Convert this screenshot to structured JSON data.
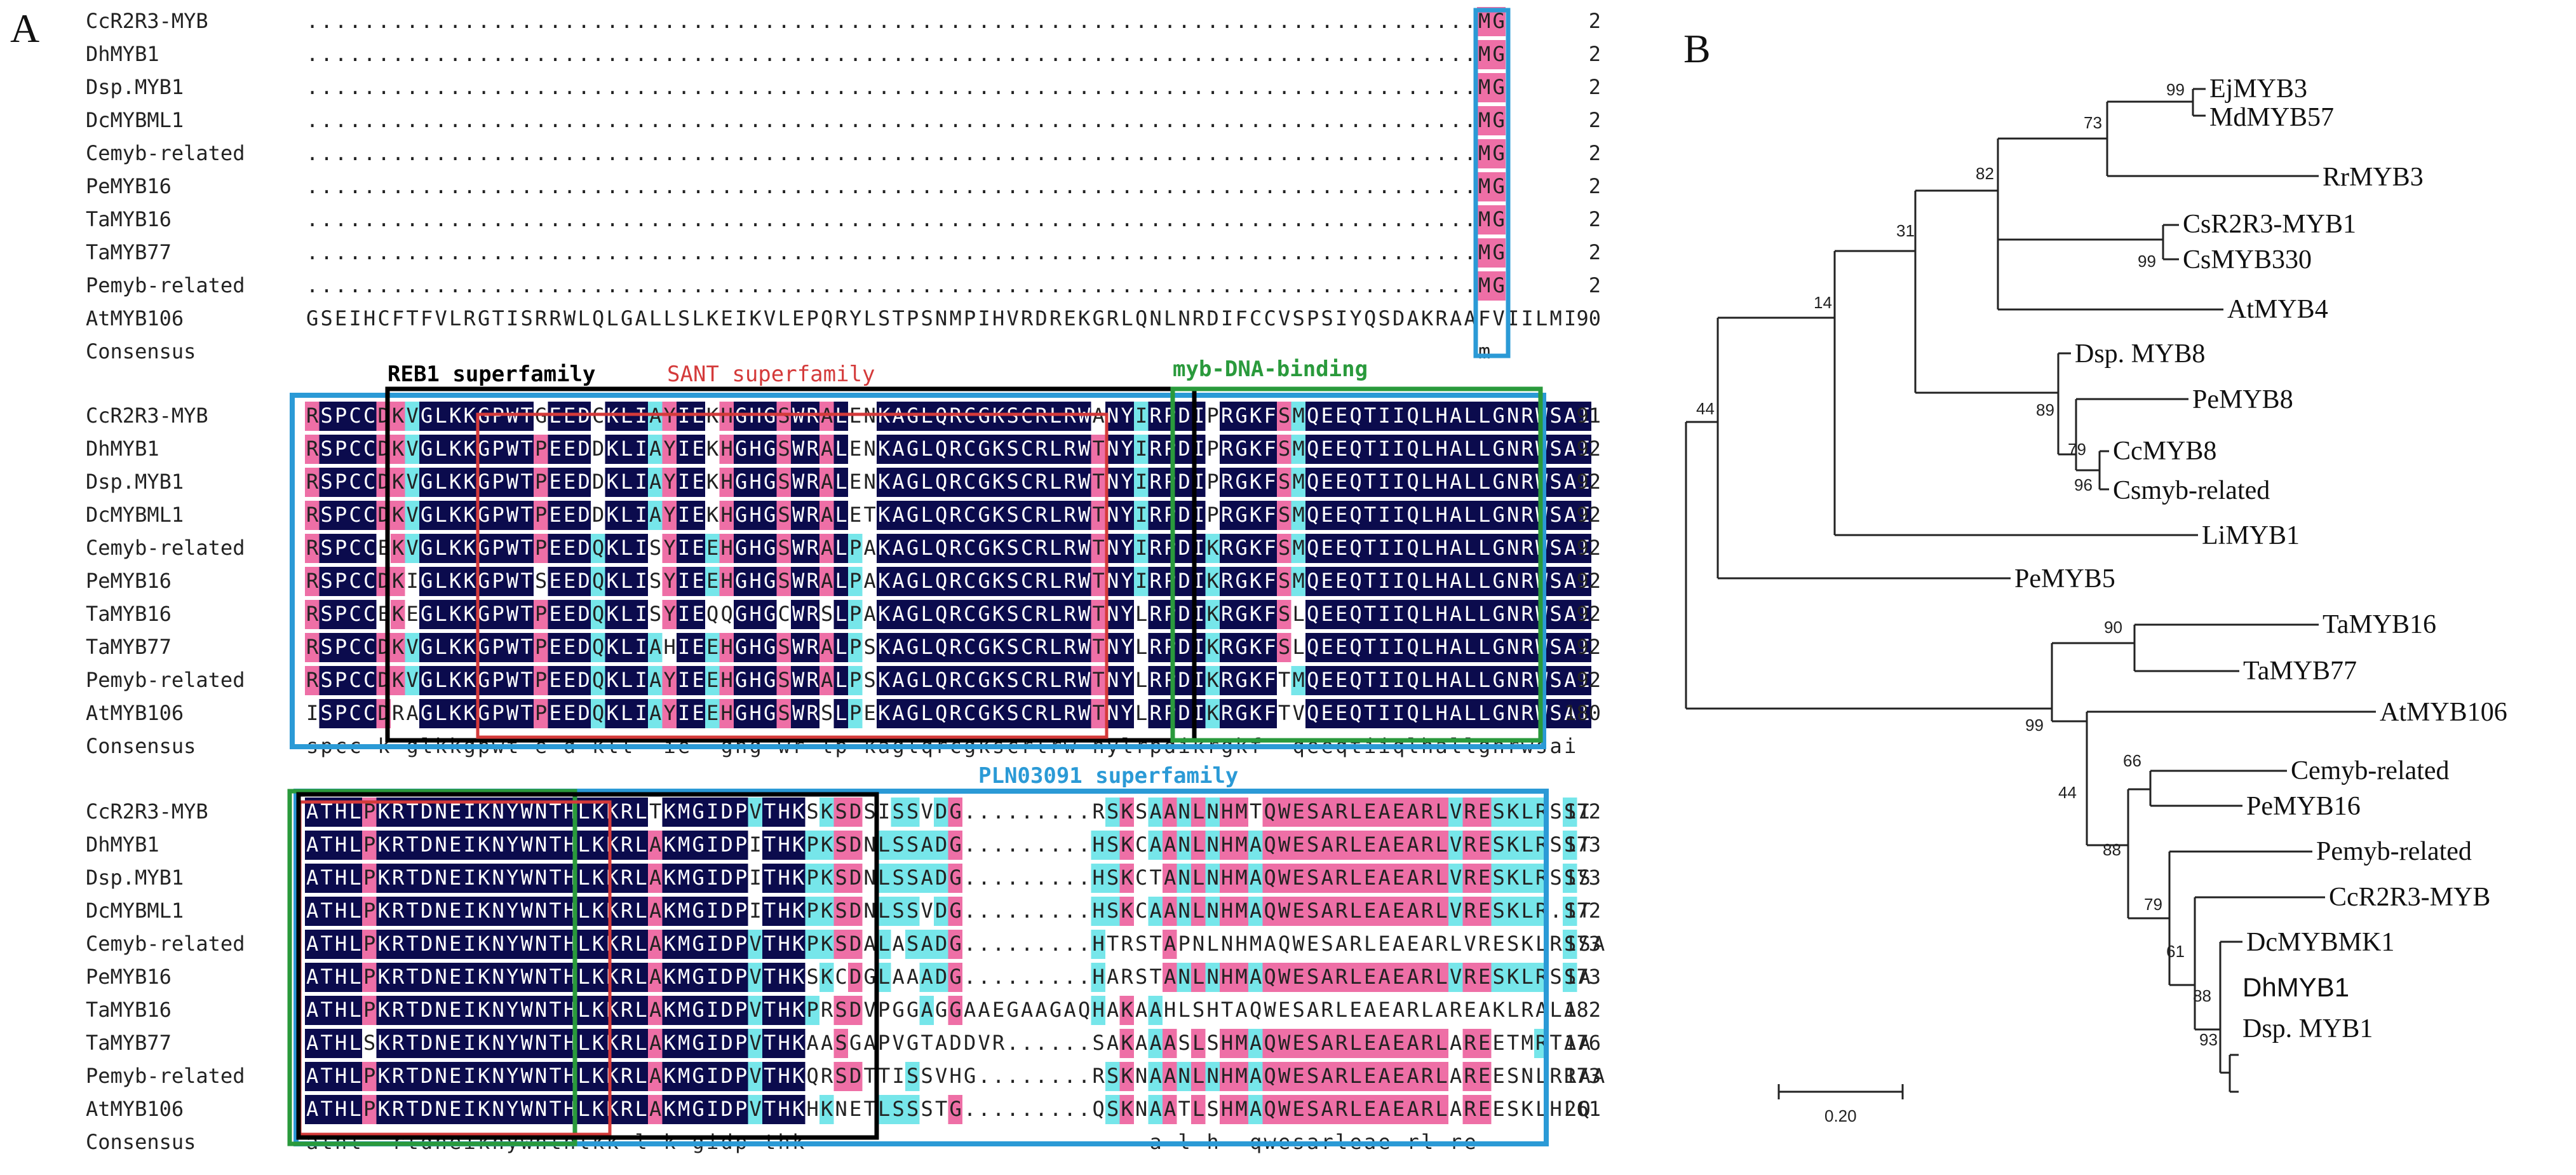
{
  "panel_a": {
    "label": "A",
    "annotations": {
      "reb1": "REB1 superfamily",
      "sant": "SANT superfamily",
      "myb": "myb-DNA-binding",
      "pln": "PLN03091 superfamily"
    },
    "colors": {
      "identical": "#0b0b4d",
      "high": "#ee6fa6",
      "medium": "#76e6ea",
      "reb1_box": "#000000",
      "sant_box": "#d43a3a",
      "myb_box": "#2a9a3c",
      "pln_box": "#2b9ad6",
      "start_box": "#2b9ad6"
    },
    "blocks": [
      {
        "rows": [
          {
            "name": "CcR2R3-MYB",
            "seq": "..................................................................................MG",
            "num": "2"
          },
          {
            "name": "DhMYB1",
            "seq": "..................................................................................MG",
            "num": "2"
          },
          {
            "name": "Dsp.MYB1",
            "seq": "..................................................................................MG",
            "num": "2"
          },
          {
            "name": "DcMYBML1",
            "seq": "..................................................................................MG",
            "num": "2"
          },
          {
            "name": "Cemyb-related",
            "seq": "..................................................................................MG",
            "num": "2"
          },
          {
            "name": "PeMYB16",
            "seq": "..................................................................................MG",
            "num": "2"
          },
          {
            "name": "TaMYB16",
            "seq": "..................................................................................MG",
            "num": "2"
          },
          {
            "name": "TaMYB77",
            "seq": "..................................................................................MG",
            "num": "2"
          },
          {
            "name": "Pemyb-related",
            "seq": "..................................................................................MG",
            "num": "2"
          },
          {
            "name": "AtMYB106",
            "seq": "GSEIHCFTFVLRGTISRRWLQLGALLSLKEIKVLEPQRYLSTPSNMPIHVRDREKGRLQNLNRDIFCCVSPSIYQSDAKRAAFVIILMI",
            "num": "90"
          }
        ],
        "consensus": {
          "name": "Consensus",
          "seq": "                                                                                  m "
        }
      },
      {
        "rows": [
          {
            "name": "CcR2R3-MYB",
            "seq": "RSPCCDKVGLKKGPWTGEEDCKLIAYIEKHGHGSWRALENKAGLQRCGKSCRLRWANYIRPDIPRGKFSMQEEQTIIQLHALLGNRWSAI",
            "num": "91"
          },
          {
            "name": "DhMYB1",
            "seq": "RSPCCDKVGLKKGPWTPEEDDKLIAYIEKHGHGSWRALENKAGLQRCGKSCRLRWTNYIRPDIPRGKFSMQEEQTIIQLHALLGNRWSAI",
            "num": "92"
          },
          {
            "name": "Dsp.MYB1",
            "seq": "RSPCCDKVGLKKGPWTPEEDDKLIAYIEKHGHGSWRALENKAGLQRCGKSCRLRWTNYIRPDIPRGKFSMQEEQTIIQLHALLGNRWSAI",
            "num": "92"
          },
          {
            "name": "DcMYBML1",
            "seq": "RSPCCDKVGLKKGPWTPEEDDKLIAYIEKHGHGSWRALETKAGLQRCGKSCRLRWTNYIRPDIPRGKFSMQEEQTIIQLHALLGNRWSAI",
            "num": "92"
          },
          {
            "name": "Cemyb-related",
            "seq": "RSPCCEKVGLKKGPWTPEEDQKLISYIEEHGHGSWRALPAKAGLQRCGKSCRLRWTNYIRPDIKRGKFSMQEEQTIIQLHALLGNRWSAI",
            "num": "92"
          },
          {
            "name": "PeMYB16",
            "seq": "RSPCCDKIGLKKGPWTSEEDQKLISYIEEHGHGSWRALPAKAGLQRCGKSCRLRWTNYIRPDIKRGKFSMQEEQTIIQLHALLGNRWSAI",
            "num": "92"
          },
          {
            "name": "TaMYB16",
            "seq": "RSPCCEKEGLKKGPWTPEEDQKLISYIEQQGHGCWRSLPAKAGLQRCGKSCRLRWTNYLRPDIKRGKFSLQEEQTIIQLHALLGNRWSAI",
            "num": "92"
          },
          {
            "name": "TaMYB77",
            "seq": "RSPCCDKVGLKKGPWTPEEDQKLIAHIEEHGHGSWRALPSKAGLQRCGKSCRLRWTNYLRPDIKRGKFSLQEEQTIIQLHALLGNRWSAI",
            "num": "92"
          },
          {
            "name": "Pemyb-related",
            "seq": "RSPCCDKVGLKKGPWTPEEDQKLIAYIEEHGHGSWRALPSKAGLQRCGKSCRLRWTNYLRPDIKRGKFTMQEEQTIIQLHALLGNRWSAI",
            "num": "92"
          },
          {
            "name": "AtMYB106",
            "seq": "ISPCCDRAGLKKGPWTPEEDQKLIAYIEEHGHGSWRSLPEKAGLQRCGKSCRLRWTNYLRPDIKRGKFTVQEEQTIIQLHALLGNRWSAI",
            "num": "180"
          }
        ],
        "consensus": {
          "name": "Consensus",
          "seq": "spcc k glkkgpwt e d kll  ie  ghg wr lp kaglqrcgkscrlrw nylrpdikrgkf  qeeqtiiqlhallgnrwsai"
        }
      },
      {
        "rows": [
          {
            "name": "CcR2R3-MYB",
            "seq": "ATHLPKRTDNEIKNYWNTHLKKRLTKMGIDPVTHKSKSDSISSVDG.........RSKSAANLNHMTQWESARLEAEARLVRESKLRSSI",
            "num": "172"
          },
          {
            "name": "DhMYB1",
            "seq": "ATHLPKRTDNEIKNYWNTHLKKRLAKMGIDPITHKPKSDNLSSADG.........HSKCAANLNHMAQWESARLEAEARLVRESKLRSST",
            "num": "173"
          },
          {
            "name": "Dsp.MYB1",
            "seq": "ATHLPKRTDNEIKNYWNTHLKKRLAKMGIDPITHKPKSDNLSSADG.........HSKCTANLNHMAQWESARLEAEARLVRESKLRSSS",
            "num": "173"
          },
          {
            "name": "DcMYBML1",
            "seq": "ATHLPKRTDNEIKNYWNTHLKKRLAKMGIDPITHKPKSDNLSSVDG.........HSKCAANLNHMAQWESARLEAEARLVRESKLR.ST",
            "num": "172"
          },
          {
            "name": "Cemyb-related",
            "seq": "ATHLPKRTDNEIKNYWNTHLKKRLAKMGIDPVTHKPKSDALASADG.........HTRSTAPNLNHMAQWESARLEAEARLVRESKLRSSA",
            "num": "173"
          },
          {
            "name": "PeMYB16",
            "seq": "ATHLPKRTDNEIKNYWNTHLKKRLAKMGIDPVTHKSKCDGLAAADG.........HARSTANLNHMAQWESARLEAEARLVRESKLRSSA",
            "num": "173"
          },
          {
            "name": "TaMYB16",
            "seq": "ATHLPKRTDNEIKNYWNTHLKKRLAKMGIDPVTHKPRSDVPGGAGGAAEGAAGAQHAKAAHLSHTAQWESARLEAEARLAREAKLRALA",
            "num": "182"
          },
          {
            "name": "TaMYB77",
            "seq": "ATHLSKRTDNEIKNYWNTHLKKRLAKMGIDPVTHKAASGAPVGTADDVR......SAKAAASLSHMAQWESARLEAEARLAREETMRTAA",
            "num": "176"
          },
          {
            "name": "Pemyb-related",
            "seq": "ATHLPKRTDNEIKNYWNTHLKKRLAKMGIDPVTHKQRSDTTISSVHG........RSKNAANLNHMAQWESARLEAEARLAREESNLRRAA",
            "num": "173"
          },
          {
            "name": "AtMYB106",
            "seq": "ATHLPKRTDNEIKNYWNTHLKKRLAKMGIDPVTHKHKNETLSSSTG.........QSKNAATLSHMAQWESARLEAEARLAREESKLHLQ",
            "num": "261"
          }
        ],
        "consensus": {
          "name": "Consensus",
          "seq": "athl  rtdneiknywnthlkk l k gidp thk                        a l h  qwesarleae rl re"
        }
      }
    ]
  },
  "panel_b": {
    "label": "B",
    "scale_label": "0.20",
    "taxa": [
      "EjMYB3",
      "MdMYB57",
      "RrMYB3",
      "CsR2R3-MYB1",
      "CsMYB330",
      "AtMYB4",
      "Dsp. MYB8",
      "PeMYB8",
      "CcMYB8",
      "Csmyb-related",
      "LiMYB1",
      "PeMYB5",
      "TaMYB16",
      "TaMYB77",
      "AtMYB106",
      "Cemyb-related",
      "PeMYB16",
      "Pemyb-related",
      "CcR2R3-MYB",
      "DcMYBMK1",
      "DhMYB1",
      "Dsp. MYB1"
    ],
    "bootstrap": [
      "99",
      "73",
      "82",
      "99",
      "31",
      "14",
      "89",
      "79",
      "96",
      "44",
      "90",
      "99",
      "66",
      "44",
      "88",
      "79",
      "61",
      "88",
      "93"
    ]
  }
}
